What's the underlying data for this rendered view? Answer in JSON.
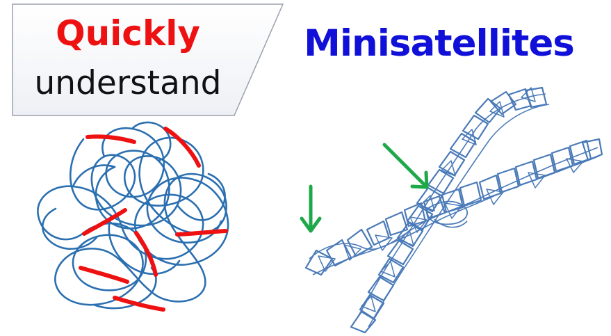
{
  "header": {
    "line1": "Quickly",
    "line2": "understand",
    "title": "Minisatellites"
  },
  "colors": {
    "accent_red": "#ee1111",
    "title_blue": "#1010d8",
    "dna_blue": "#2a6fb0",
    "chromosome_blue": "#4a7ab8",
    "arrow_green": "#1fa84a"
  },
  "icons": [
    "dna-tangle-icon",
    "chromosome-icon",
    "down-arrow-icon",
    "diagonal-arrow-icon"
  ]
}
